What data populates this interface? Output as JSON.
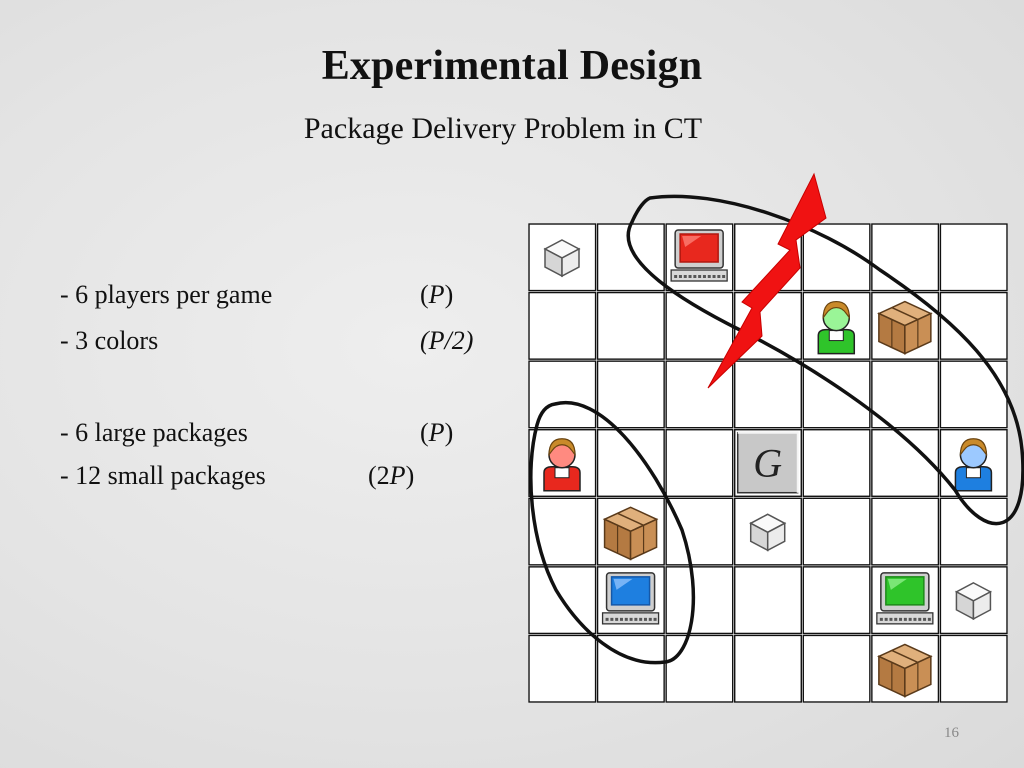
{
  "slide": {
    "title": "Experimental Design",
    "subtitle": "Package Delivery Problem in CT",
    "page_number": "16"
  },
  "bullets": [
    {
      "text": "- 6 players per game",
      "pre": "(",
      "var": "P",
      "post": ")"
    },
    {
      "text": "- 3 colors",
      "pre": "",
      "var": "(P/2)",
      "post": ""
    },
    {
      "text": "- 6 large packages",
      "pre": "(",
      "var": "P",
      "post": ")"
    },
    {
      "text": "- 12 small packages",
      "pre": "(2",
      "var": "P",
      "post": ")"
    }
  ],
  "board": {
    "rows": 7,
    "cols": 7,
    "goal_label": "G",
    "colors": {
      "red": "#e8281e",
      "green": "#2fc42a",
      "blue": "#1e7fe0",
      "box": "#c58e55",
      "lightning": "#f01212"
    },
    "pieces": [
      {
        "type": "small-package",
        "row": 0,
        "col": 0
      },
      {
        "type": "computer",
        "color": "red",
        "row": 0,
        "col": 2
      },
      {
        "type": "player",
        "color": "green",
        "row": 1,
        "col": 4
      },
      {
        "type": "large-package",
        "row": 1,
        "col": 5
      },
      {
        "type": "player",
        "color": "red",
        "row": 3,
        "col": 0
      },
      {
        "type": "goal",
        "row": 3,
        "col": 3
      },
      {
        "type": "player",
        "color": "blue",
        "row": 3,
        "col": 6
      },
      {
        "type": "large-package",
        "row": 4,
        "col": 1
      },
      {
        "type": "small-package",
        "row": 4,
        "col": 3
      },
      {
        "type": "computer",
        "color": "blue",
        "row": 5,
        "col": 1
      },
      {
        "type": "computer",
        "color": "green",
        "row": 5,
        "col": 5
      },
      {
        "type": "small-package",
        "row": 5,
        "col": 6
      },
      {
        "type": "large-package",
        "row": 6,
        "col": 5
      }
    ]
  }
}
